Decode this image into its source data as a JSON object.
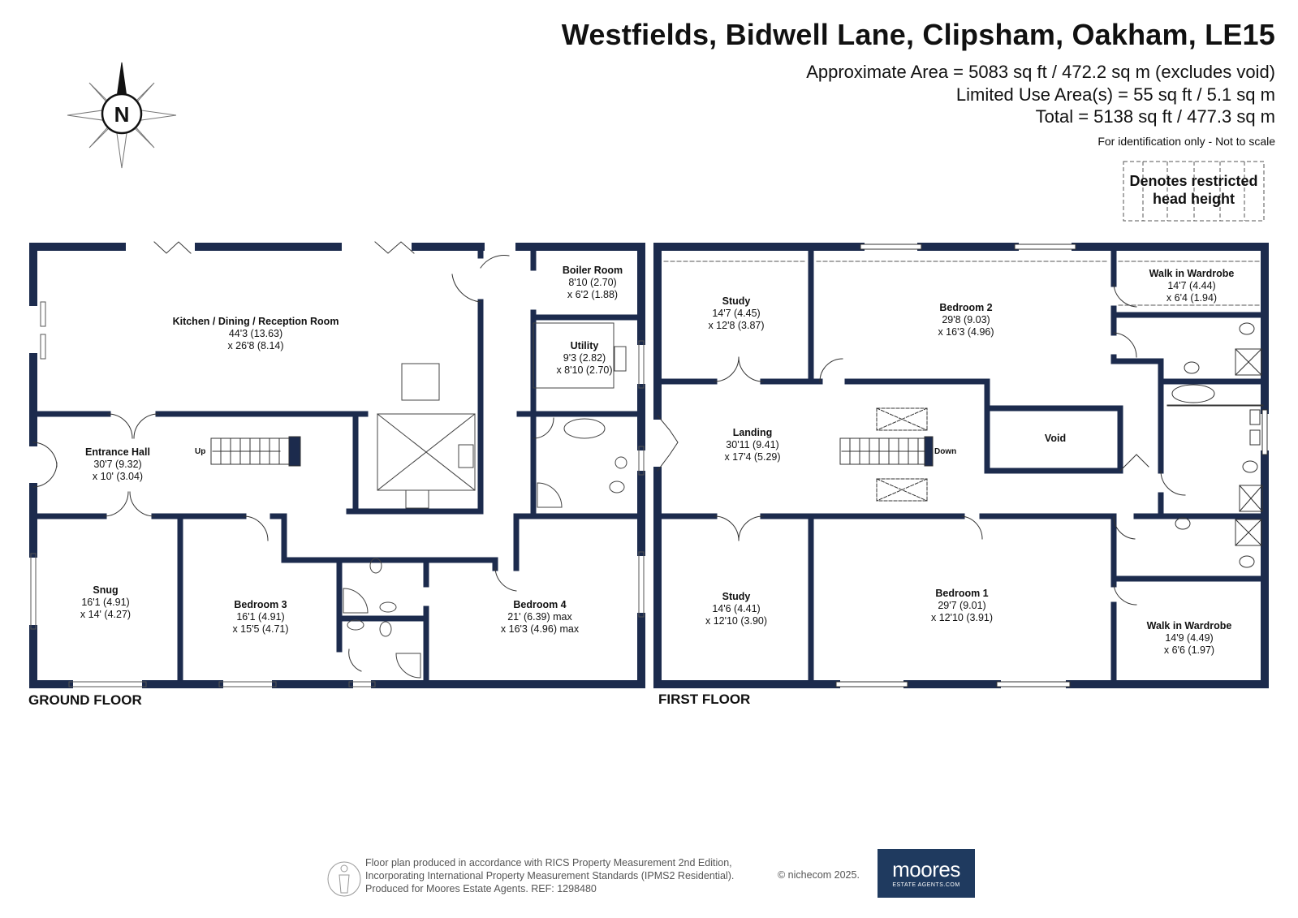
{
  "title": "Westfields, Bidwell Lane, Clipsham, Oakham, LE15",
  "area_lines": [
    "Approximate Area = 5083 sq ft / 472.2 sq m (excludes void)",
    "Limited Use Area(s) = 55 sq ft / 5.1 sq m",
    "Total = 5138 sq ft / 477.3 sq m"
  ],
  "identification_note": "For identification only - Not to scale",
  "legend": {
    "line1": "Denotes restricted",
    "line2": "head height"
  },
  "compass": {
    "letter": "N"
  },
  "colors": {
    "wall": "#1c2b4d",
    "text": "#111111",
    "brand": "#1f3a5f"
  },
  "ground_floor": {
    "label": "GROUND FLOOR",
    "rooms": [
      {
        "name": "Kitchen / Dining / Reception Room",
        "dim1": "44'3 (13.63)",
        "dim2": "x 26'8 (8.14)"
      },
      {
        "name": "Boiler Room",
        "dim1": "8'10 (2.70)",
        "dim2": "x 6'2 (1.88)"
      },
      {
        "name": "Utility",
        "dim1": "9'3 (2.82)",
        "dim2": "x 8'10 (2.70)"
      },
      {
        "name": "Entrance Hall",
        "dim1": "30'7 (9.32)",
        "dim2": "x 10' (3.04)"
      },
      {
        "name": "Snug",
        "dim1": "16'1 (4.91)",
        "dim2": "x 14' (4.27)"
      },
      {
        "name": "Bedroom 3",
        "dim1": "16'1 (4.91)",
        "dim2": "x 15'5 (4.71)"
      },
      {
        "name": "Bedroom 4",
        "dim1": "21' (6.39) max",
        "dim2": "x 16'3 (4.96) max"
      }
    ],
    "stairs_label": "Up"
  },
  "first_floor": {
    "label": "FIRST FLOOR",
    "rooms": [
      {
        "name": "Study",
        "dim1": "14'7 (4.45)",
        "dim2": "x 12'8 (3.87)"
      },
      {
        "name": "Bedroom 2",
        "dim1": "29'8 (9.03)",
        "dim2": "x 16'3 (4.96)"
      },
      {
        "name": "Walk in Wardrobe",
        "dim1": "14'7 (4.44)",
        "dim2": "x 6'4 (1.94)"
      },
      {
        "name": "Landing",
        "dim1": "30'11 (9.41)",
        "dim2": "x 17'4 (5.29)"
      },
      {
        "name": "Void",
        "dim1": "",
        "dim2": ""
      },
      {
        "name": "Study",
        "dim1": "14'6 (4.41)",
        "dim2": "x 12'10 (3.90)"
      },
      {
        "name": "Bedroom 1",
        "dim1": "29'7 (9.01)",
        "dim2": "x 12'10 (3.91)"
      },
      {
        "name": "Walk in Wardrobe",
        "dim1": "14'9 (4.49)",
        "dim2": "x 6'6 (1.97)"
      }
    ],
    "stairs_label": "Down"
  },
  "footer": {
    "line1": "Floor plan produced in accordance with RICS Property Measurement 2nd Edition,",
    "line2": "Incorporating International Property Measurement Standards (IPMS2 Residential).",
    "line3": "Produced for Moores Estate Agents.   REF:  1298480",
    "copyright": "© nichecom 2025.",
    "brand": "moores",
    "brand_sub": "ESTATE AGENTS.COM"
  }
}
